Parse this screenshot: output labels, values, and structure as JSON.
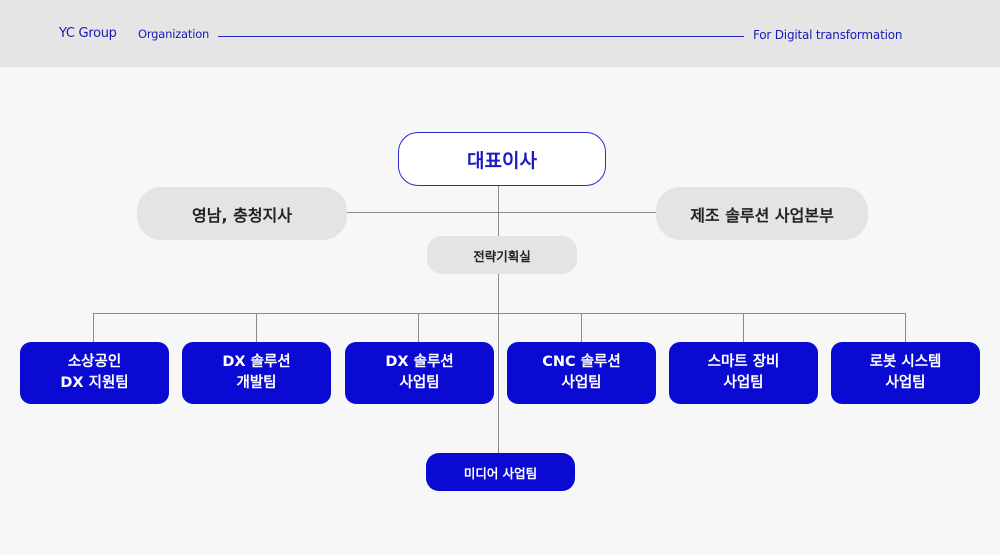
{
  "header": {
    "brand": "YC Group",
    "section": "Organization",
    "tagline": "For Digital transformation"
  },
  "org": {
    "ceo": "대표이사",
    "branch": "영남, 충청지사",
    "hq": "제조 솔루션 사업본부",
    "strategy": "전략기획실",
    "teams": [
      {
        "line1": "소상공인",
        "line2": "DX 지원팀"
      },
      {
        "line1": "DX 솔루션",
        "line2": "개발팀"
      },
      {
        "line1": "DX 솔루션",
        "line2": "사업팀"
      },
      {
        "line1": "CNC 솔루션",
        "line2": "사업팀"
      },
      {
        "line1": "스마트 장비",
        "line2": "사업팀"
      },
      {
        "line1": "로봇 시스템",
        "line2": "사업팀"
      }
    ],
    "media": "미디어 사업팀"
  }
}
